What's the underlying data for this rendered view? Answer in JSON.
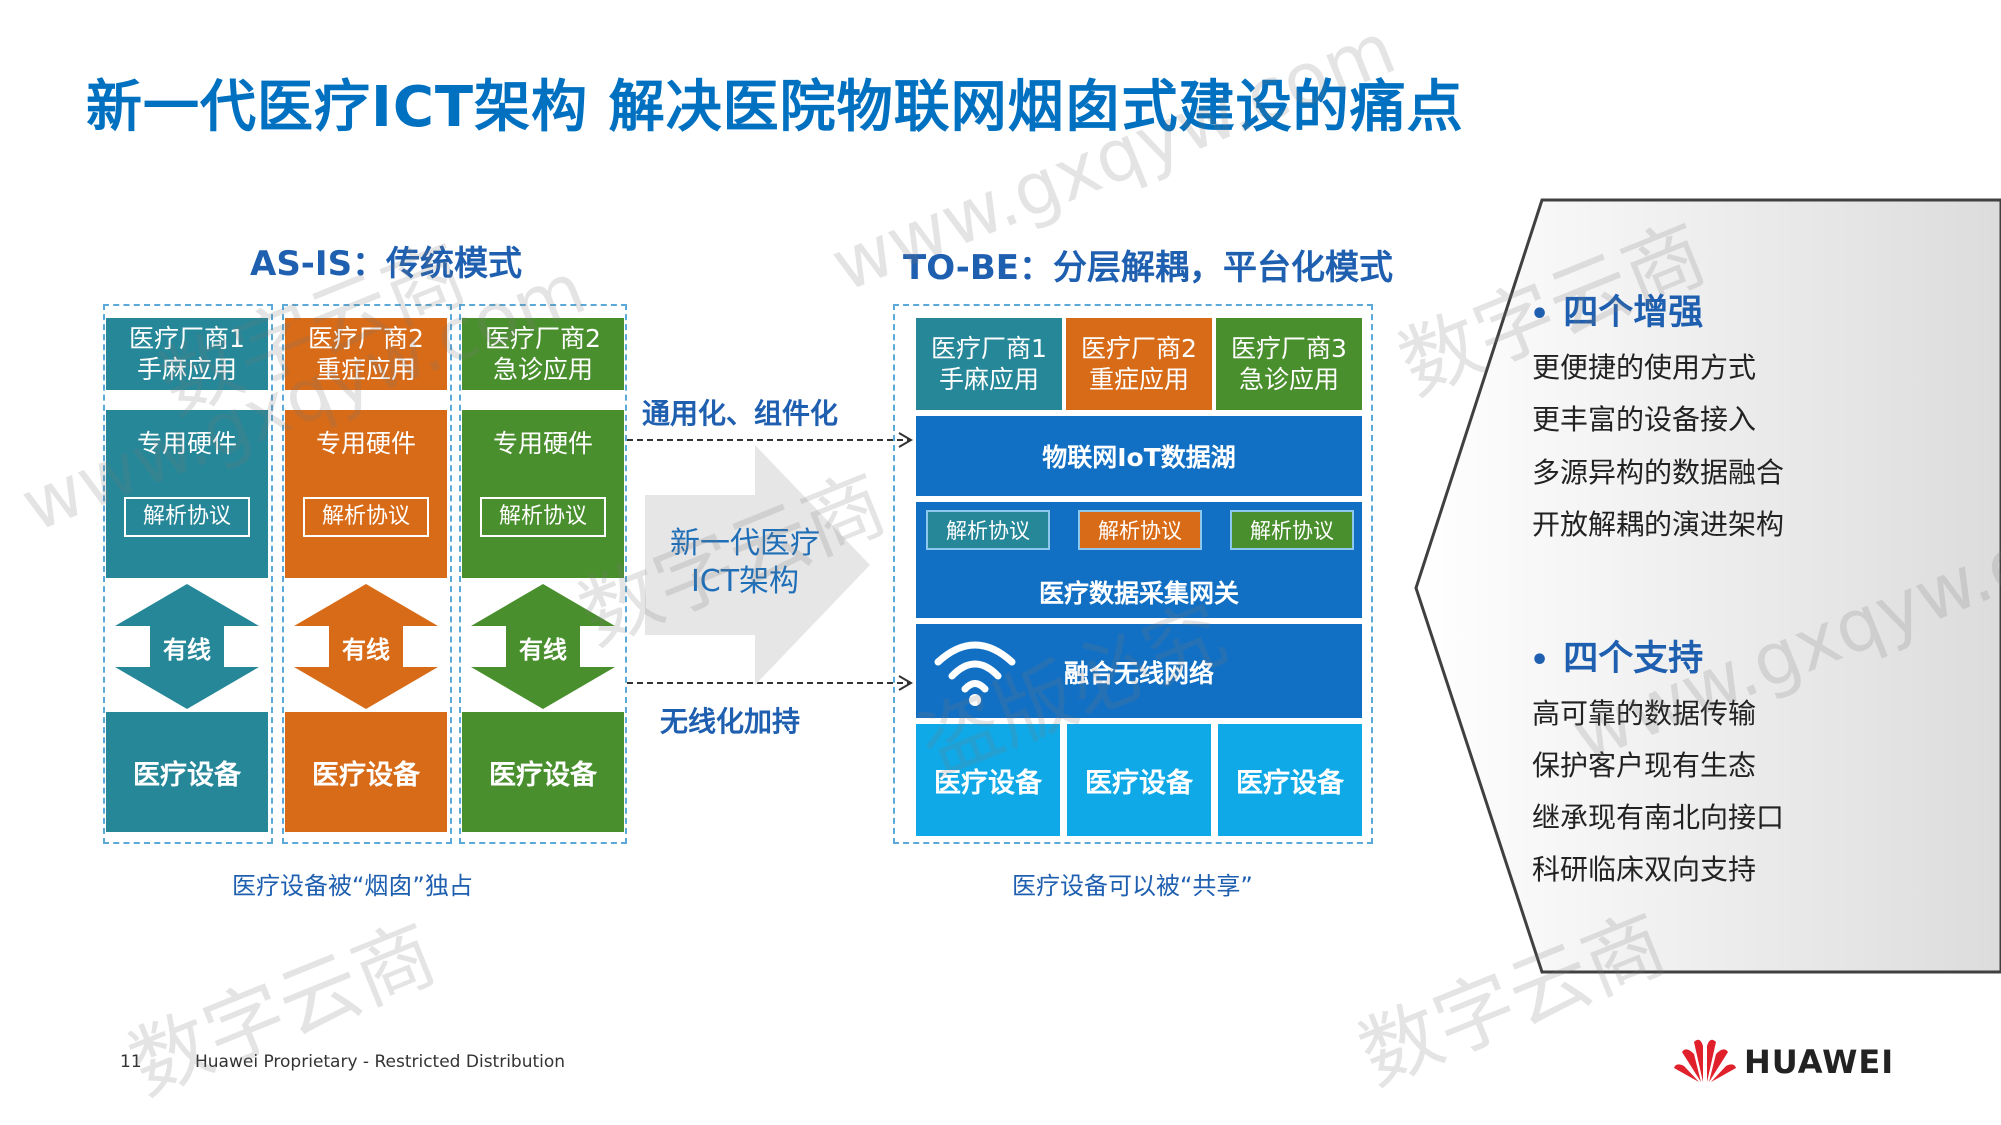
{
  "title": "新一代医疗ICT架构 解决医院物联网烟囱式建设的痛点",
  "as_is": {
    "title": "AS-IS：传统模式",
    "columns": [
      {
        "app": "医疗厂商1\n手麻应用",
        "hardware": "专用硬件",
        "protocol": "解析协议",
        "link": "有线",
        "device": "医疗设备"
      },
      {
        "app": "医疗厂商2\n重症应用",
        "hardware": "专用硬件",
        "protocol": "解析协议",
        "link": "有线",
        "device": "医疗设备"
      },
      {
        "app": "医疗厂商2\n急诊应用",
        "hardware": "专用硬件",
        "protocol": "解析协议",
        "link": "有线",
        "device": "医疗设备"
      }
    ],
    "caption": "医疗设备被“烟囱”独占"
  },
  "middle": {
    "label_top": "通用化、组件化",
    "arrow_text": "新一代医疗\nICT架构",
    "label_bottom": "无线化加持"
  },
  "to_be": {
    "title": "TO-BE：分层解耦，平台化模式",
    "apps": [
      "医疗厂商1\n手麻应用",
      "医疗厂商2\n重症应用",
      "医疗厂商3\n急诊应用"
    ],
    "iot_lake": "物联网IoT数据湖",
    "protocols": [
      "解析协议",
      "解析协议",
      "解析协议"
    ],
    "gateway": "医疗数据采集网关",
    "wireless": "融合无线网络",
    "devices": [
      "医疗设备",
      "医疗设备",
      "医疗设备"
    ],
    "caption": "医疗设备可以被“共享”"
  },
  "right_panel": {
    "group1": {
      "heading": "四个增强",
      "items": [
        "更便捷的使用方式",
        "更丰富的设备接入",
        "多源异构的数据融合",
        "开放解耦的演进架构"
      ]
    },
    "group2": {
      "heading": "四个支持",
      "items": [
        "高可靠的数据传输",
        "保护客户现有生态",
        "继承现有南北向接口",
        "科研临床双向支持"
      ]
    }
  },
  "footer": {
    "page_number": "11",
    "text": "Huawei Proprietary - Restricted Distribution",
    "brand": "HUAWEI"
  },
  "watermarks": [
    "数字云商",
    "www.gxqyw.com",
    "盗版必究"
  ],
  "colors": {
    "teal": "#258798",
    "orange": "#d86b17",
    "green": "#4a8f2e",
    "blue": "#1270c4",
    "cyan": "#0fa9e8",
    "title": "#0070c0"
  }
}
